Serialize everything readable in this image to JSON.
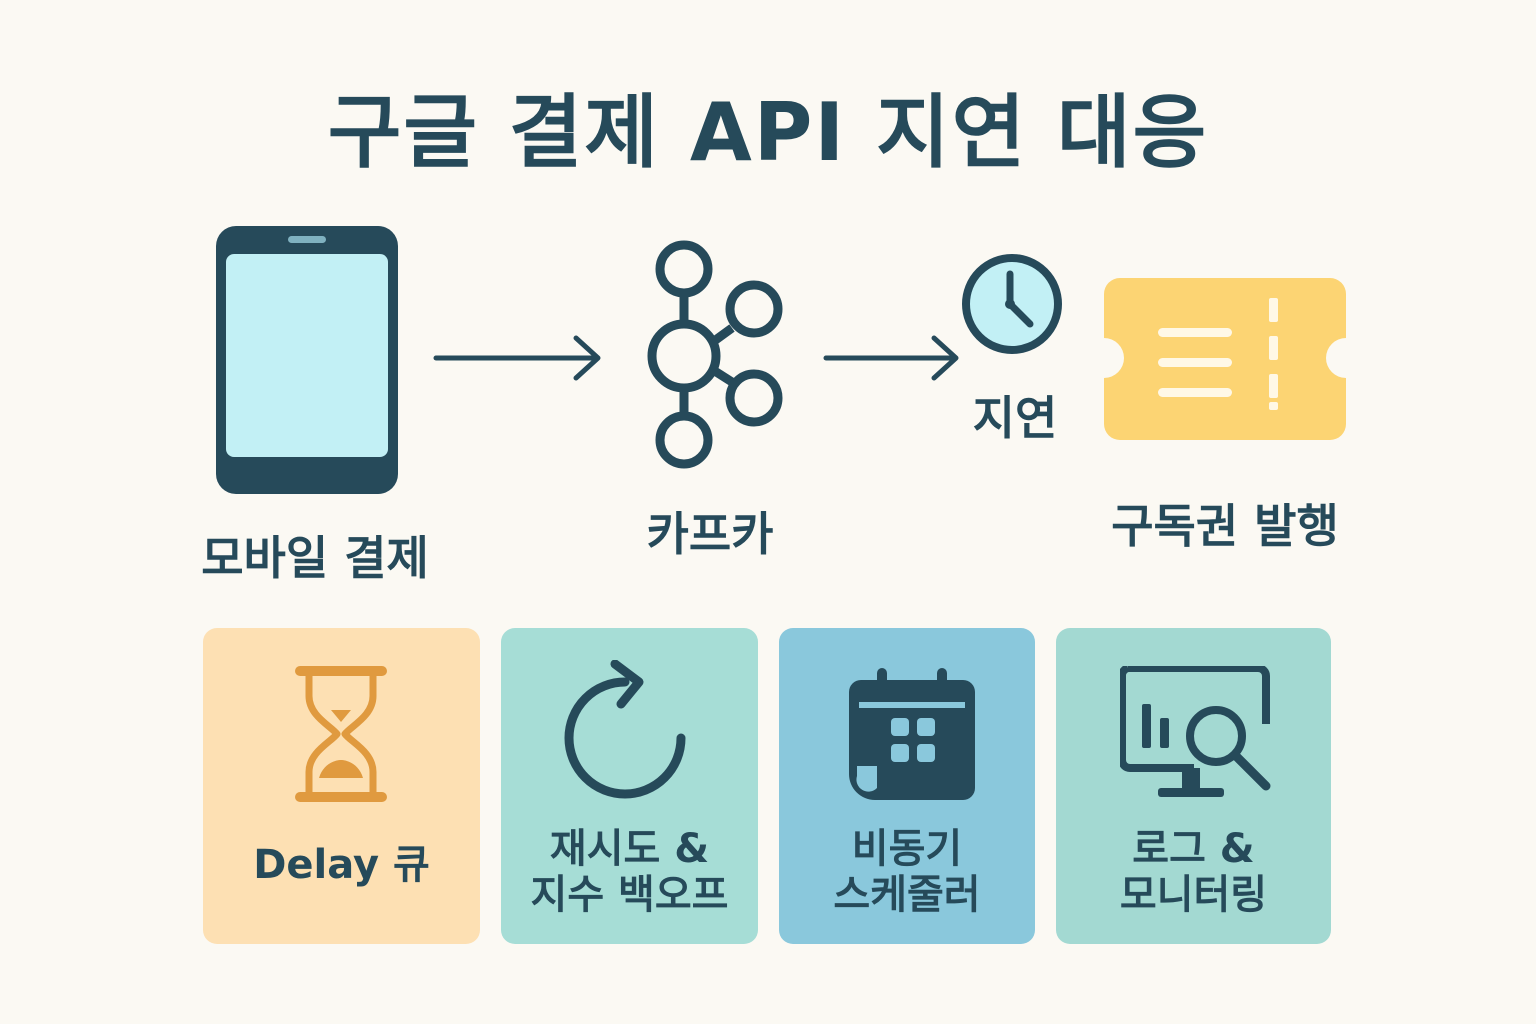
{
  "title": "구글 결제 API 지연 대응",
  "flow": {
    "mobile_label": "모바일 결제",
    "kafka_label": "카프카",
    "delay_label": "지연",
    "subscription_label": "구독권 발행"
  },
  "cards": [
    {
      "lines": [
        "Delay 큐"
      ],
      "icon": "hourglass-icon",
      "color": "#fde0b3"
    },
    {
      "lines": [
        "재시도 &",
        "지수 백오프"
      ],
      "icon": "refresh-icon",
      "color": "#a6ddd6"
    },
    {
      "lines": [
        "비동기",
        "스케줄러"
      ],
      "icon": "calendar-icon",
      "color": "#8ac8dc"
    },
    {
      "lines": [
        "로그 &",
        "모니터링"
      ],
      "icon": "monitor-search-icon",
      "color": "#a3d9d2"
    }
  ],
  "colors": {
    "background": "#fbf9f3",
    "dark": "#264a5a",
    "phone_screen": "#c2f0f5",
    "ticket": "#fcd473",
    "hourglass": "#e09a3f"
  }
}
